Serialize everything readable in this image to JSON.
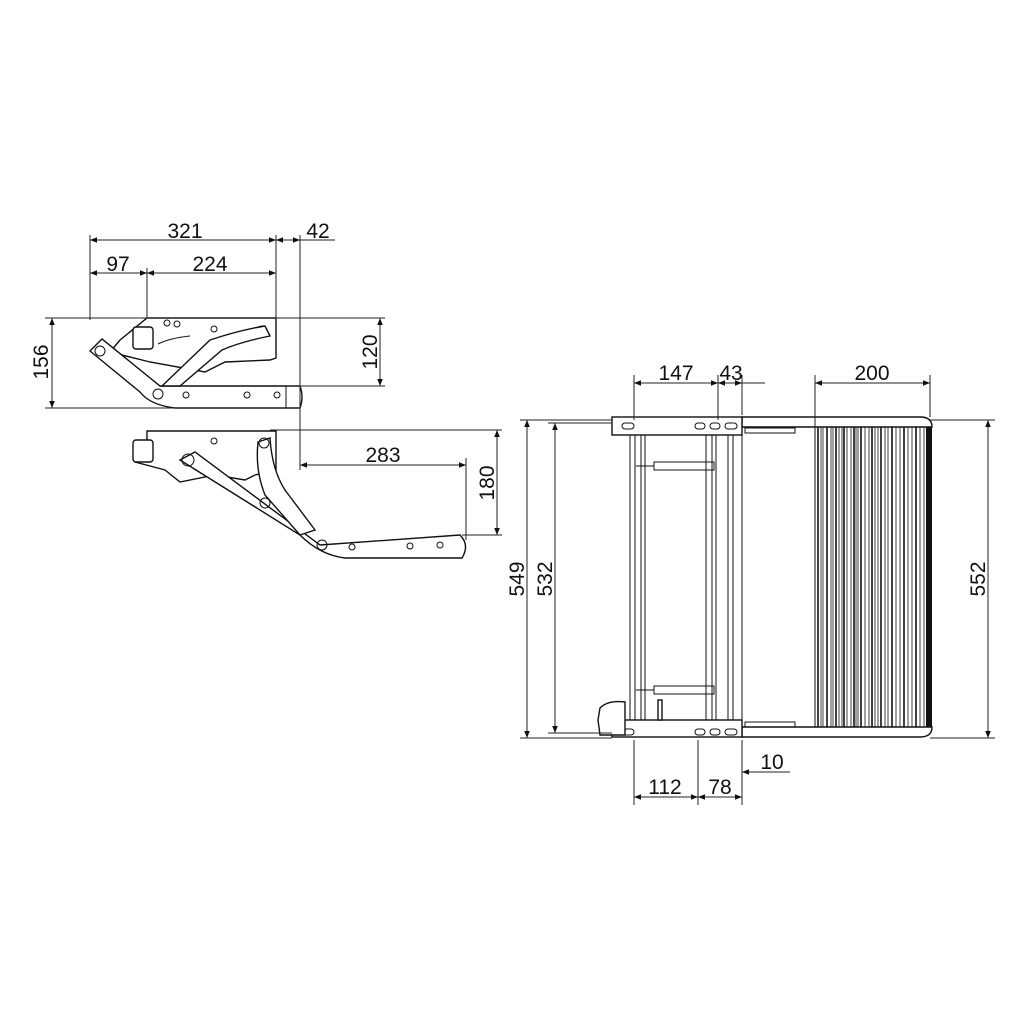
{
  "drawing": {
    "side_view_retracted": {
      "width_total": "321",
      "width_extra": "42",
      "width_front": "97",
      "width_rear": "224",
      "height_total": "156",
      "height_mount": "120"
    },
    "side_view_extended": {
      "reach": "283",
      "drop": "180"
    },
    "top_view": {
      "frame_depth": "147",
      "frame_gap": "43",
      "tread_depth": "200",
      "overall_width": "549",
      "inner_width": "532",
      "tread_width": "552",
      "bottom_offset_a": "112",
      "bottom_offset_b": "78",
      "bottom_offset_c": "10"
    },
    "line_color": "#111111"
  }
}
